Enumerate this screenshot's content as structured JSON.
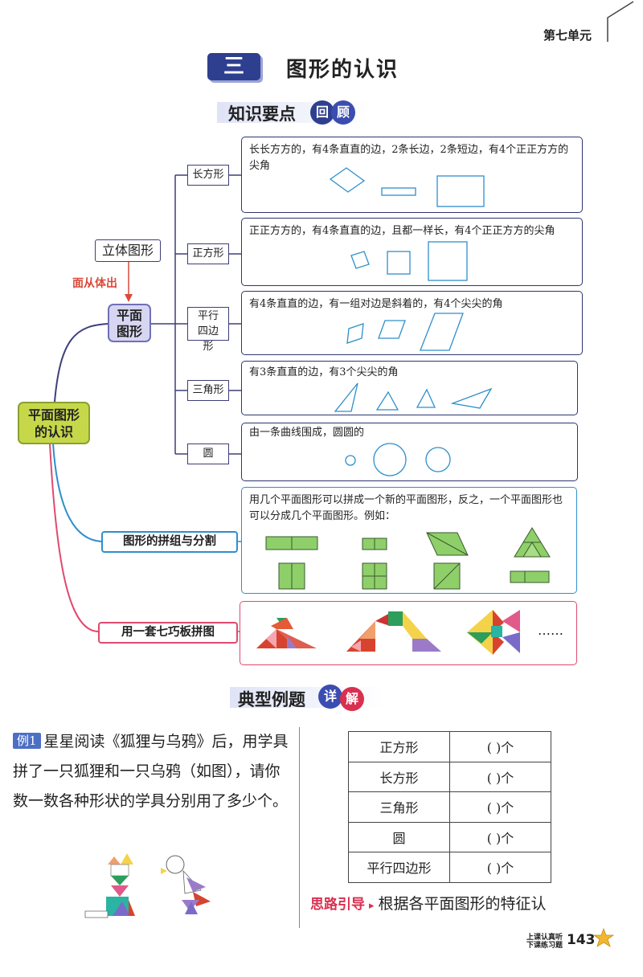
{
  "header": {
    "unit_label": "第七单元",
    "section_number": "三",
    "section_title": "图形的认识"
  },
  "review_heading": {
    "text": "知识要点",
    "circle1": "回",
    "circle2": "顾"
  },
  "mindmap": {
    "root": "平面图形的认识",
    "solid": "立体图形",
    "solid_arrow": "面从体出",
    "plane": "平面图形",
    "shapes": [
      {
        "name": "长方形",
        "desc": "长长方方的，有4条直直的边，2条长边，2条短边，有4个正正方方的尖角"
      },
      {
        "name": "正方形",
        "desc": "正正方方的，有4条直直的边，且都一样长，有4个正正方方的尖角"
      },
      {
        "name": "平行四边形",
        "desc": "有4条直直的边，有一组对边是斜着的，有4个尖尖的角"
      },
      {
        "name": "三角形",
        "desc": "有3条直直的边，有3个尖尖的角"
      },
      {
        "name": "圆",
        "desc": "由一条曲线围成，圆圆的"
      }
    ],
    "combine_label": "图形的拼组与分割",
    "combine_desc": "用几个平面图形可以拼成一个新的平面图形，反之，一个平面图形也可以分成几个平面图形。例如：",
    "tangram_label": "用一套七巧板拼图",
    "ellipsis": "……"
  },
  "example_heading": {
    "text": "典型例题",
    "circle1": "详",
    "circle2": "解"
  },
  "example": {
    "badge": "例1",
    "text": "星星阅读《狐狸与乌鸦》后，用学具拼了一只狐狸和一只乌鸦（如图），请你数一数各种形状的学具分别用了多少个。"
  },
  "count_table": [
    {
      "shape": "正方形",
      "blank": "(      )个"
    },
    {
      "shape": "长方形",
      "blank": "(      )个"
    },
    {
      "shape": "三角形",
      "blank": "(      )个"
    },
    {
      "shape": "圆",
      "blank": "(      )个"
    },
    {
      "shape": "平行四边形",
      "blank": "(      )个"
    }
  ],
  "hint": {
    "label": "思路引导",
    "text": "根据各平面图形的特征认"
  },
  "footer": {
    "label_line1": "上课认真听",
    "label_line2": "下课练习题",
    "page_number": "143"
  },
  "colors": {
    "navy": "#2f3f8f",
    "root_green": "#c6d84a",
    "plane_purple": "#d6d6f2",
    "branch_blue": "#2e8fcc",
    "branch_pink": "#e04a6e",
    "arrow_red": "#d94a3a"
  }
}
